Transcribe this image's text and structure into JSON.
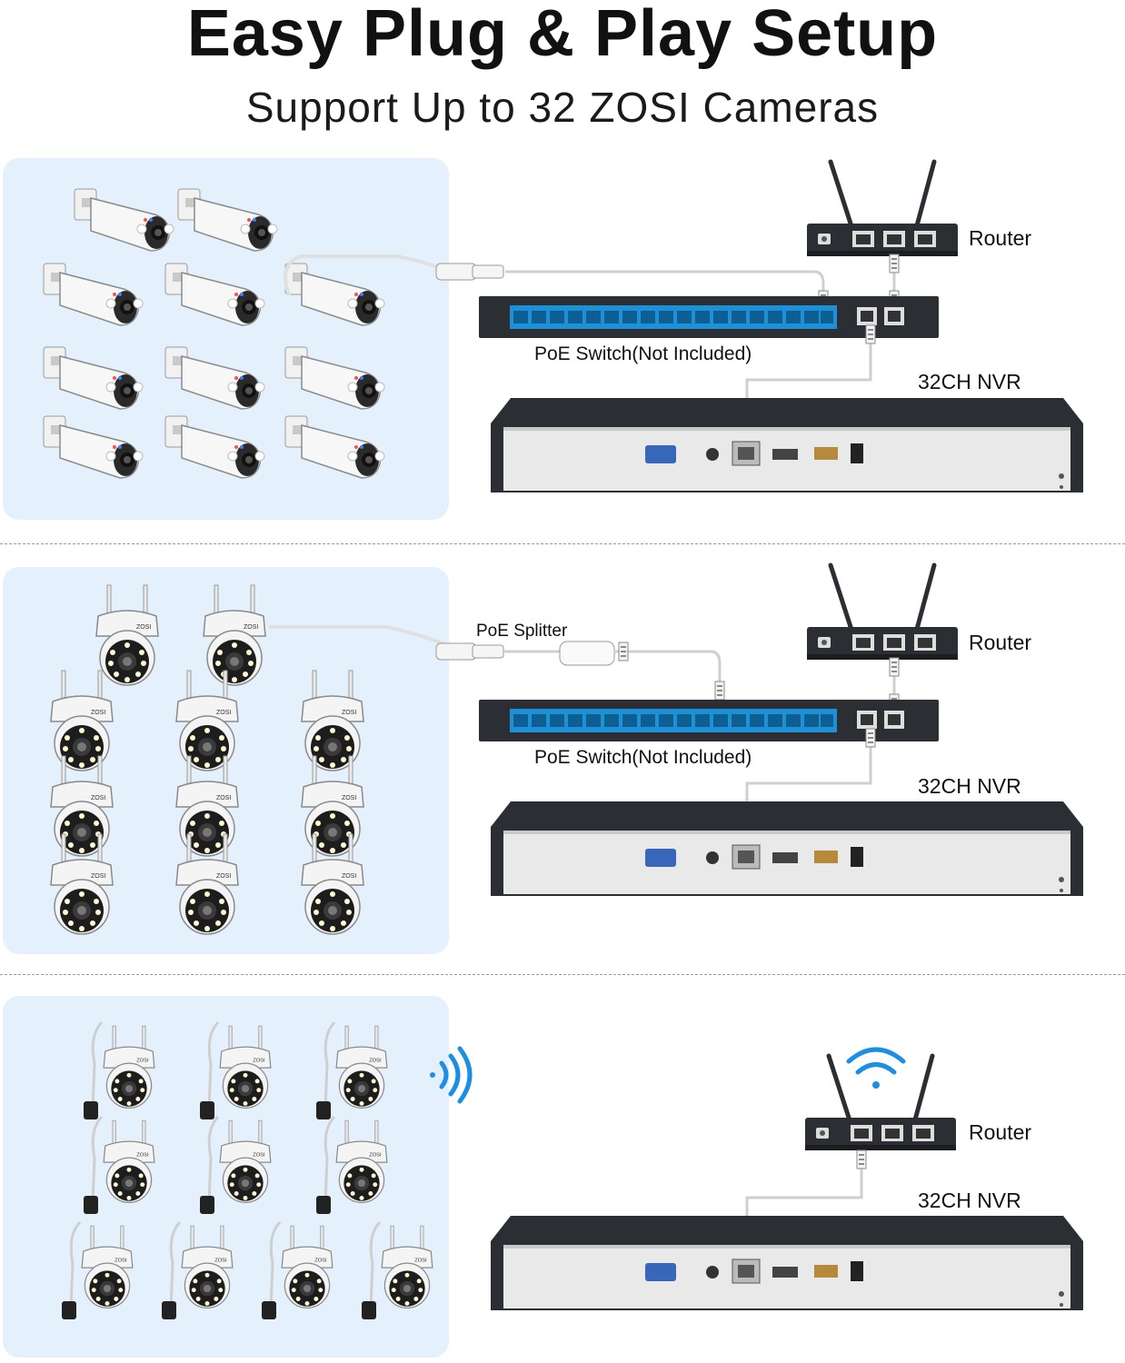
{
  "header": {
    "title": "Easy Plug & Play Setup",
    "subtitle": "Support Up to 32 ZOSI Cameras"
  },
  "sections": [
    {
      "router_label": "Router",
      "switch_label": "PoE Switch(Not Included)",
      "nvr_label": "32CH NVR"
    },
    {
      "router_label": "Router",
      "splitter_label": "PoE Splitter",
      "switch_label": "PoE Switch(Not Included)",
      "nvr_label": "32CH NVR"
    },
    {
      "router_label": "Router",
      "nvr_label": "32CH NVR"
    }
  ],
  "brand": "ZOSI",
  "colors": {
    "panel_bg": "#e4f1fc",
    "switch_ports": "#1e90d6",
    "signal": "#1b8fe6",
    "device": "#2b2e33"
  }
}
